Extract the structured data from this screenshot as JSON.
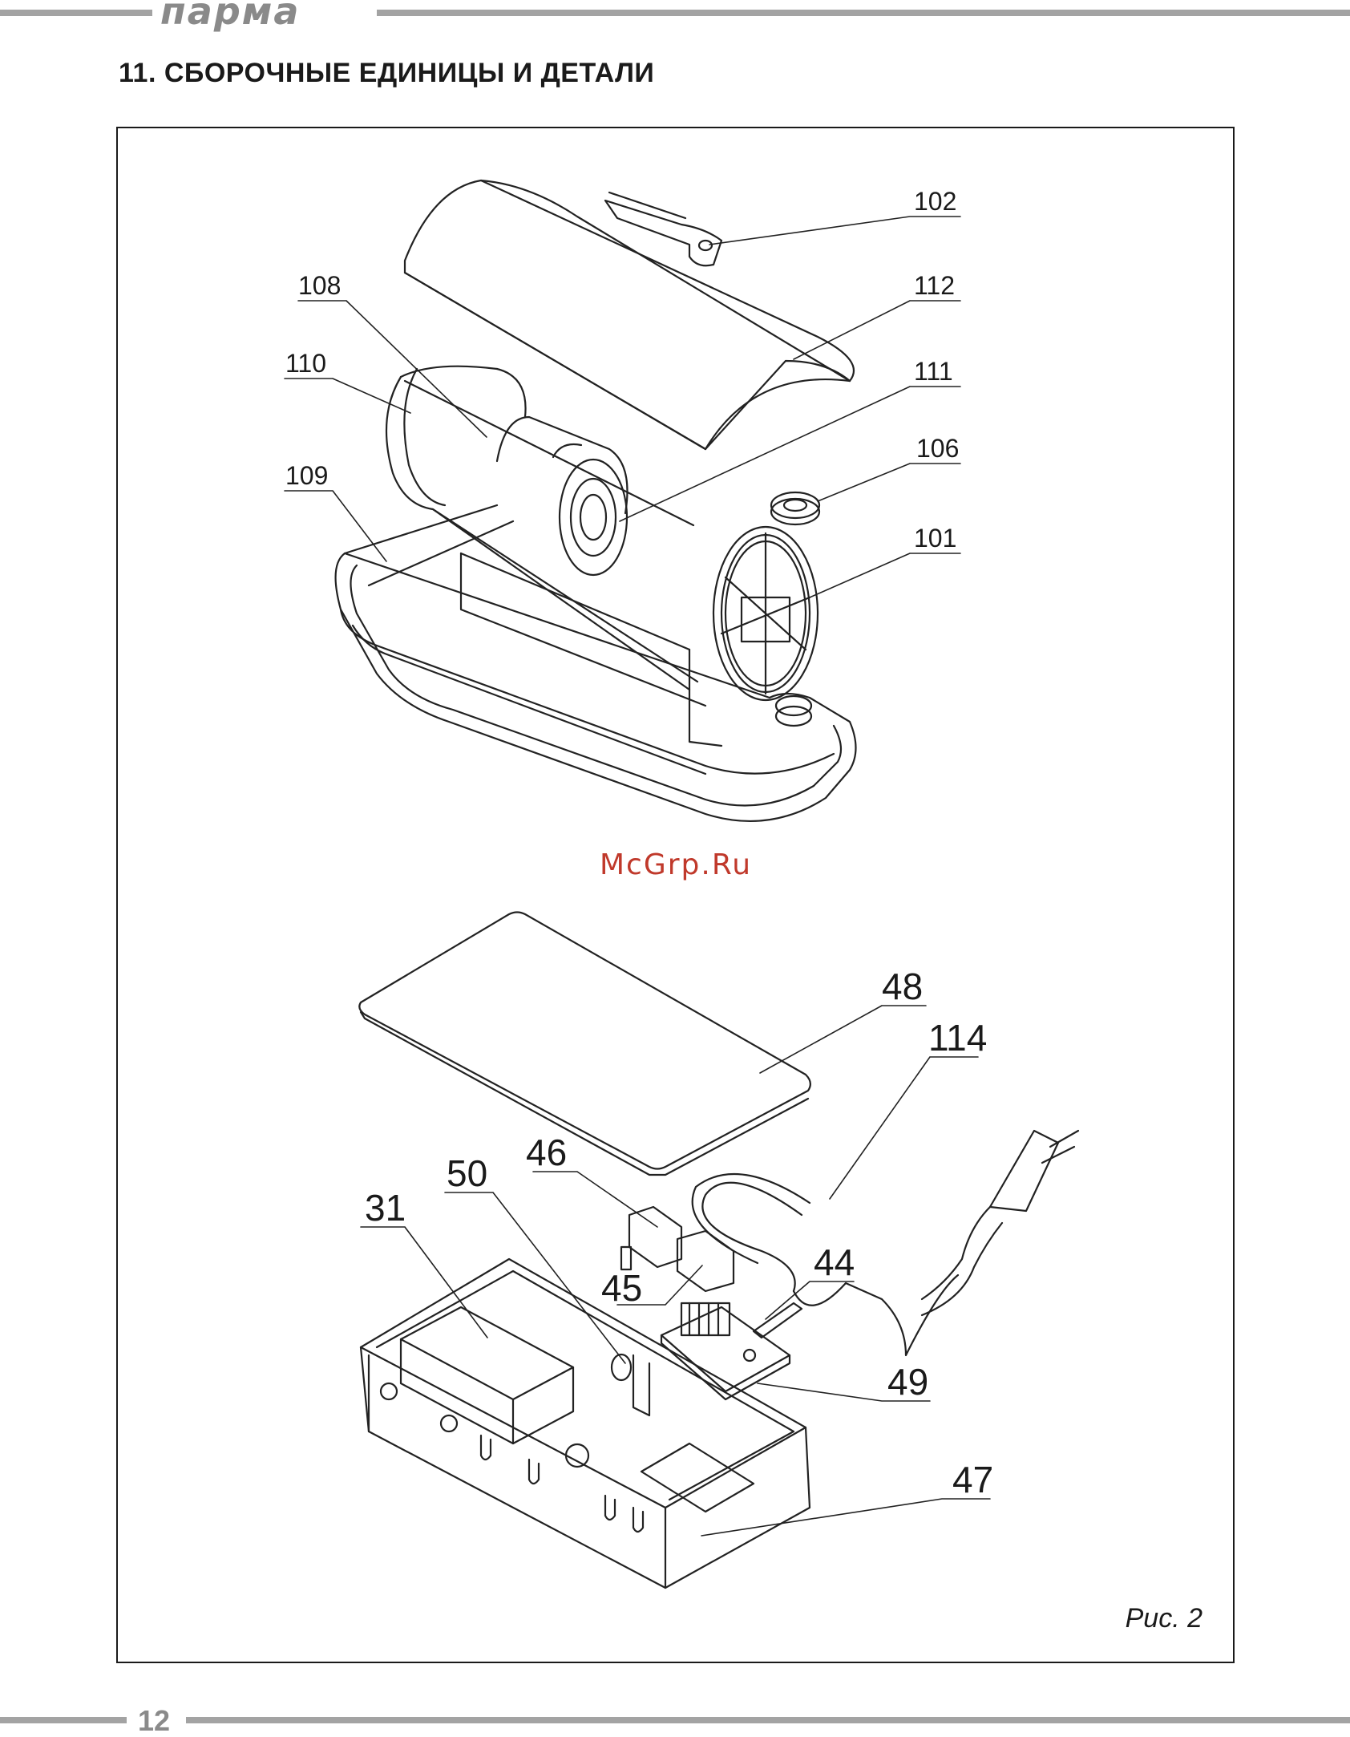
{
  "header": {
    "brand": "пaрмa",
    "section_title": "11. СБОРОЧНЫЕ ЕДИНИЦЫ И ДЕТАЛИ"
  },
  "figure": {
    "watermark": "McGrp.Ru",
    "caption": "Рис. 2",
    "callouts_top": [
      "102",
      "108",
      "112",
      "110",
      "111",
      "106",
      "109",
      "101"
    ],
    "callouts_bottom": [
      "48",
      "114",
      "46",
      "50",
      "31",
      "45",
      "44",
      "49",
      "47"
    ]
  },
  "footer": {
    "page_number": "12"
  }
}
